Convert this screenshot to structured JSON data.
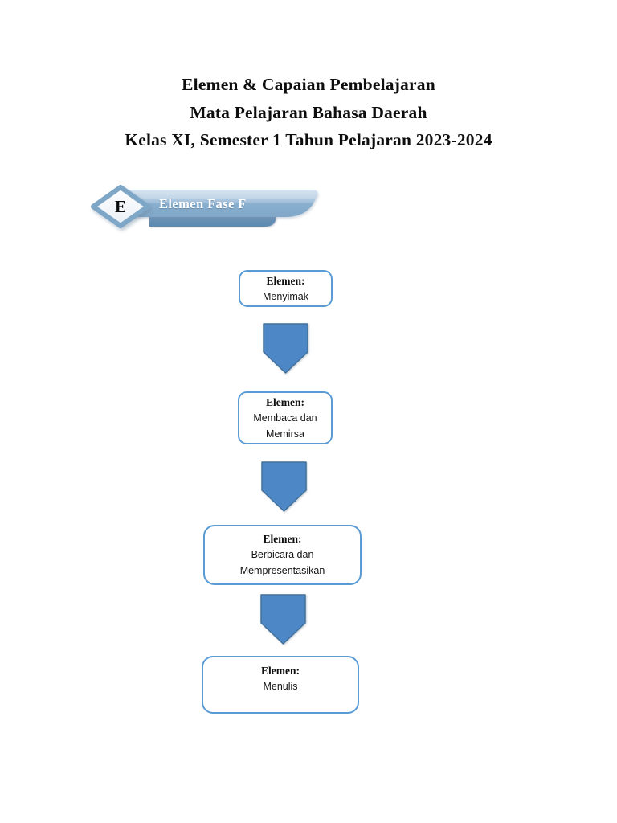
{
  "document_title": {
    "lines": [
      "Elemen & Capaian Pembelajaran",
      "Mata Pelajaran Bahasa Daerah",
      "Kelas XI, Semester 1 Tahun Pelajaran 2023-2024"
    ]
  },
  "banner": {
    "badge_letter": "E",
    "label": "Elemen Fase F"
  },
  "flowchart": {
    "connector_shape": "pentagon-down-arrow",
    "nodes": [
      {
        "title": "Elemen:",
        "lines": [
          "Menyimak"
        ]
      },
      {
        "title": "Elemen:",
        "lines": [
          "Membaca dan",
          "Memirsa"
        ]
      },
      {
        "title": "Elemen:",
        "lines": [
          "Berbicara dan",
          "Mempresentasikan"
        ]
      },
      {
        "title": "Elemen:",
        "lines": [
          "Menulis"
        ]
      }
    ]
  },
  "colors": {
    "accent_blue": "#5b9bd5",
    "arrow_fill": "#4d87c6",
    "arrow_border": "#41719c",
    "ribbon_light": "#c9daea",
    "ribbon_mid": "#a4c1db",
    "ribbon_dark": "#7fa6c8",
    "ribbon_tab_top": "#7299bd",
    "ribbon_tab_bottom": "#5a87ae",
    "diamond_border": "#7ea6c7",
    "diamond_fill": "#f4f7fb",
    "text": "#0d0d0d",
    "page_background": "#ffffff"
  }
}
